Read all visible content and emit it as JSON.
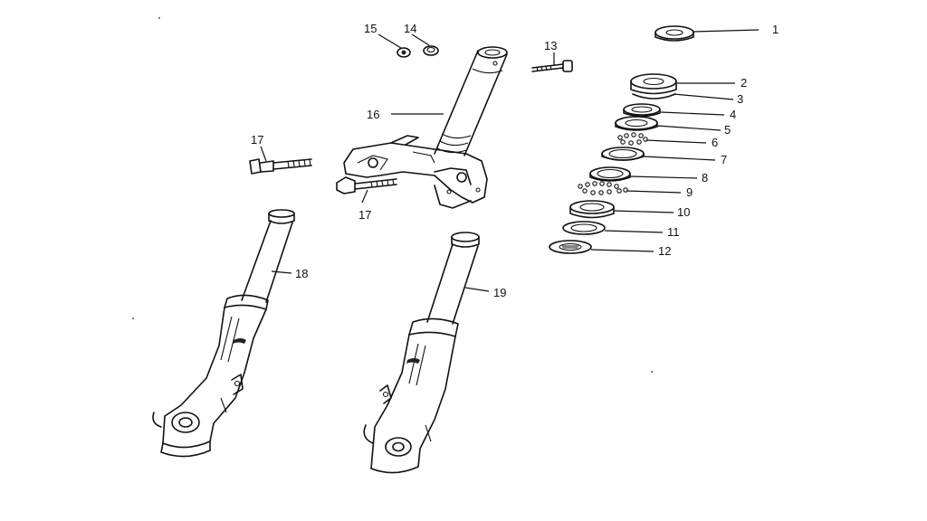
{
  "diagram": {
    "callouts": [
      {
        "id": "c1",
        "text": "1"
      },
      {
        "id": "c2",
        "text": "2"
      },
      {
        "id": "c3",
        "text": "3"
      },
      {
        "id": "c4",
        "text": "4"
      },
      {
        "id": "c5",
        "text": "5"
      },
      {
        "id": "c6",
        "text": "6"
      },
      {
        "id": "c7",
        "text": "7"
      },
      {
        "id": "c8",
        "text": "8"
      },
      {
        "id": "c9",
        "text": "9"
      },
      {
        "id": "c10",
        "text": "10"
      },
      {
        "id": "c11",
        "text": "11"
      },
      {
        "id": "c12",
        "text": "12"
      },
      {
        "id": "c13",
        "text": "13"
      },
      {
        "id": "c14",
        "text": "14"
      },
      {
        "id": "c15",
        "text": "15"
      },
      {
        "id": "c16",
        "text": "16"
      },
      {
        "id": "c17a",
        "text": "17"
      },
      {
        "id": "c17b",
        "text": "17"
      },
      {
        "id": "c18",
        "text": "18"
      },
      {
        "id": "c19",
        "text": "19"
      }
    ]
  }
}
